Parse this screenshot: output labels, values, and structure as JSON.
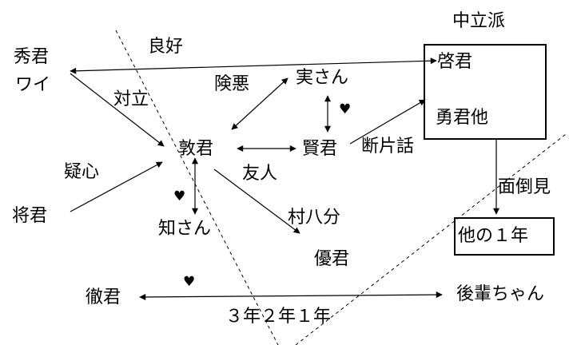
{
  "nodes": {
    "hide": "秀君",
    "wai": "ワイ",
    "sho": "将君",
    "atsushi": "敦君",
    "tomo": "知さん",
    "mi": "実さん",
    "ken": "賢君",
    "yu": "優君",
    "kei": "啓君",
    "isamu": "勇君他",
    "tetsu": "徹君",
    "kohai": "後輩ちゃん",
    "other1": "他の１年"
  },
  "groups": {
    "neutral": "中立派"
  },
  "relations": {
    "good": "良好",
    "conflict": "対立",
    "doubt": "疑心",
    "hostile": "険悪",
    "friend": "友人",
    "fragment": "断片話",
    "ostracism": "村八分",
    "care": "面倒見"
  },
  "grades": {
    "label": "３年２年１年"
  },
  "symbols": {
    "heart": "♥"
  },
  "colors": {
    "line": "#000000",
    "background": "#ffffff"
  }
}
